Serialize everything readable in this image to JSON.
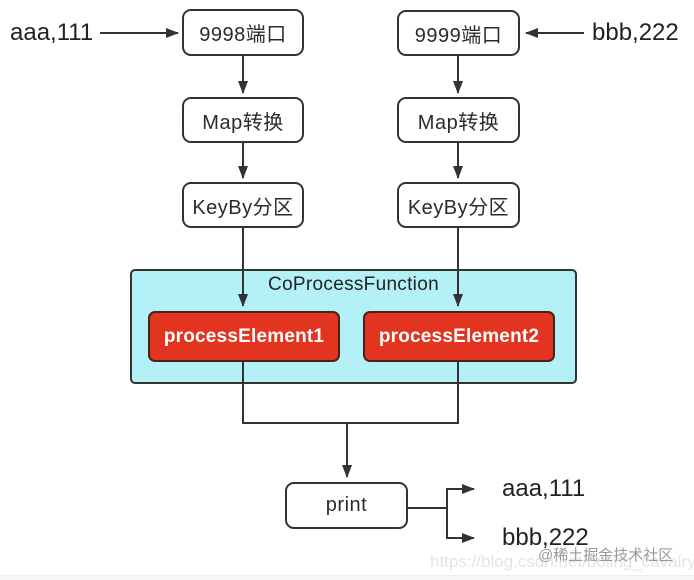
{
  "diagram": {
    "inputs": {
      "left": "aaa,111",
      "right": "bbb,222"
    },
    "nodes": {
      "port_left": "9998端口",
      "port_right": "9999端口",
      "map_left": "Map转换",
      "map_right": "Map转换",
      "keyby_left": "KeyBy分区",
      "keyby_right": "KeyBy分区",
      "print": "print"
    },
    "co_process": {
      "title": "CoProcessFunction",
      "process_left": "processElement1",
      "process_right": "processElement2"
    },
    "outputs": {
      "first": "aaa,111",
      "second": "bbb,222"
    }
  },
  "watermark": {
    "community": "@稀土掘金技术社区",
    "url": "https://blog.csdn.net/boling_cavalry"
  },
  "colors": {
    "line": "#333333",
    "box_border": "#333333",
    "container_fill": "#b3f1f7",
    "process_fill": "#e2341f",
    "process_text": "#ffffff",
    "watermark_gray": "#999999"
  }
}
